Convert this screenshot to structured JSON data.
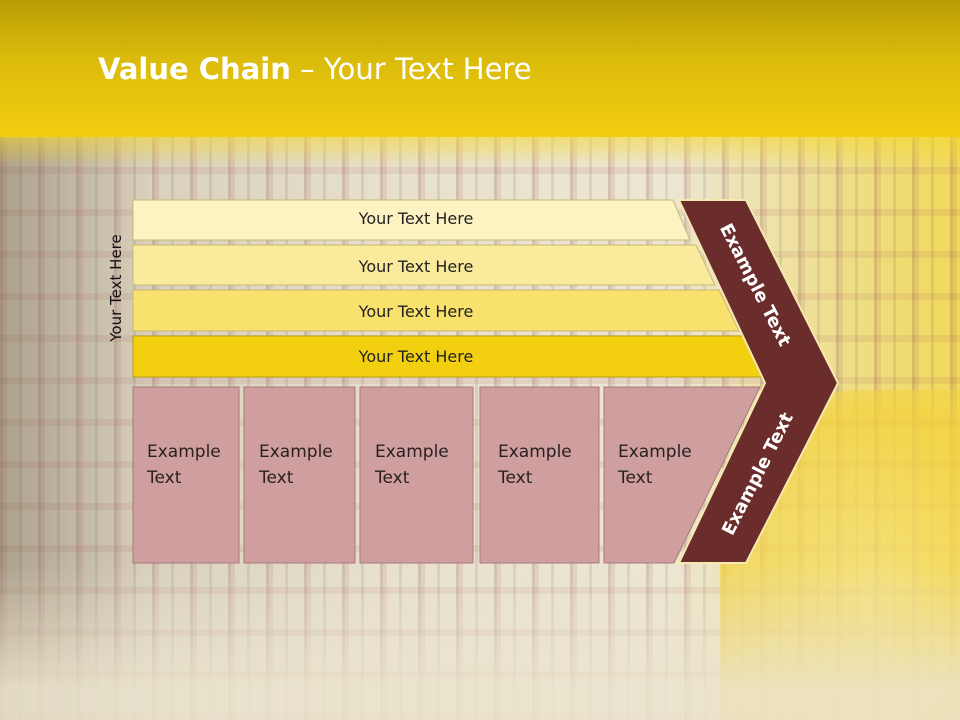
{
  "slide": {
    "title_bold": "Value Chain",
    "title_rest": " – Your Text Here",
    "vertical_label": "Your Text Here",
    "bands": [
      {
        "label": "Your Text Here",
        "color": "#fdf2c2"
      },
      {
        "label": "Your Text Here",
        "color": "#faea9c"
      },
      {
        "label": "Your Text Here",
        "color": "#f8e16c"
      },
      {
        "label": "Your Text Here",
        "color": "#f2d010"
      }
    ],
    "boxes": [
      {
        "line1": "Example",
        "line2": "Text"
      },
      {
        "line1": "Example",
        "line2": "Text"
      },
      {
        "line1": "Example",
        "line2": "Text"
      },
      {
        "line1": "Example",
        "line2": "Text"
      },
      {
        "line1": "Example",
        "line2": "Text"
      }
    ],
    "box_color": "#cf9f9f",
    "chevron_color": "#6b2c2c",
    "chevron_upper_label": "Example Text",
    "chevron_lower_label": "Example Text"
  }
}
